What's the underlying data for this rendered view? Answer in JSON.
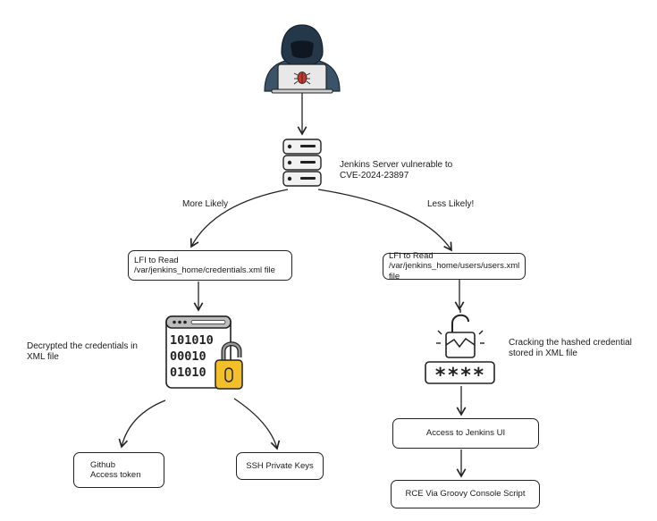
{
  "server_label": "Jenkins Server vulnerable to\nCVE-2024-23897",
  "branch_left_label": "More Likely",
  "branch_right_label": "Less Likely!",
  "lfi_credentials_box": "LFI to Read\n/var/jenkins_home/credentials.xml file",
  "lfi_users_box": "LFI to Read\n/var/jenkins_home/users/users.xml file",
  "decrypted_label": "Decrypted the credentials in\nXML file",
  "binary_rows": [
    "101010",
    "00010",
    "01010"
  ],
  "cracking_label": "Cracking the hashed credential\nstored in XML file",
  "password_mask": "****",
  "github_box": "Github\nAccess token",
  "ssh_box": "SSH Private Keys",
  "jenkins_ui_box": "Access to Jenkins UI",
  "rce_box": "RCE Via Groovy Console Script",
  "colors": {
    "hacker_dark": "#24384a",
    "hacker_mid": "#3b5368",
    "bug_red": "#c0392b",
    "lock_yellow": "#f4c02a",
    "icon_gray": "#9a9a9a",
    "stroke": "#222222"
  }
}
